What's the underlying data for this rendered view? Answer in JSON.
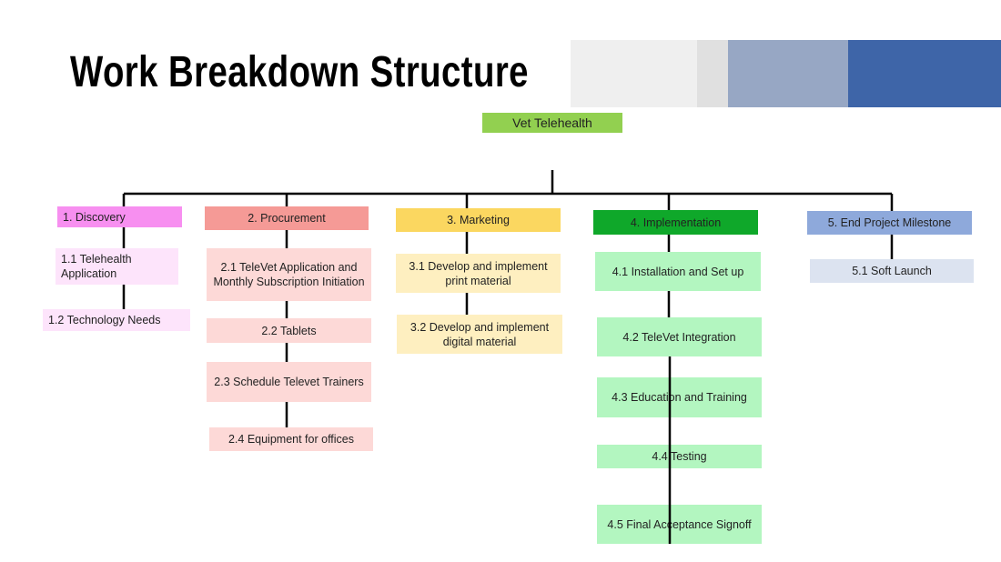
{
  "title": "Work Breakdown Structure",
  "colors": {
    "strip1": "#efefef",
    "strip2": "#e0e0e0",
    "strip3": "#97a7c4",
    "strip4": "#3e65a8"
  },
  "root": {
    "label": "Vet Telehealth",
    "color": "#92d050"
  },
  "branches": [
    {
      "label": "1. Discovery",
      "color": "#f78ff0",
      "child_color": "#fde4fb",
      "children": [
        "1.1 Telehealth Application",
        "1.2 Technology Needs"
      ]
    },
    {
      "label": "2. Procurement",
      "color": "#f59a96",
      "child_color": "#fdd9d7",
      "children": [
        "2.1 TeleVet Application and Monthly Subscription Initiation",
        "2.2 Tablets",
        "2.3 Schedule Televet Trainers",
        "2.4 Equipment for offices"
      ]
    },
    {
      "label": "3. Marketing",
      "color": "#fbd760",
      "child_color": "#feefc0",
      "children": [
        "3.1 Develop and implement print material",
        "3.2 Develop and implement digital material"
      ]
    },
    {
      "label": "4. Implementation",
      "color": "#0fa82a",
      "child_color": "#b3f6c0",
      "children": [
        "4.1 Installation and Set up",
        "4.2 TeleVet Integration",
        "4.3 Education and Training",
        "4.4 Testing",
        "4.5 Final Acceptance Signoff"
      ]
    },
    {
      "label": "5. End Project Milestone",
      "color": "#8ea9db",
      "child_color": "#dce3f0",
      "children": [
        "5.1 Soft Launch"
      ]
    }
  ]
}
